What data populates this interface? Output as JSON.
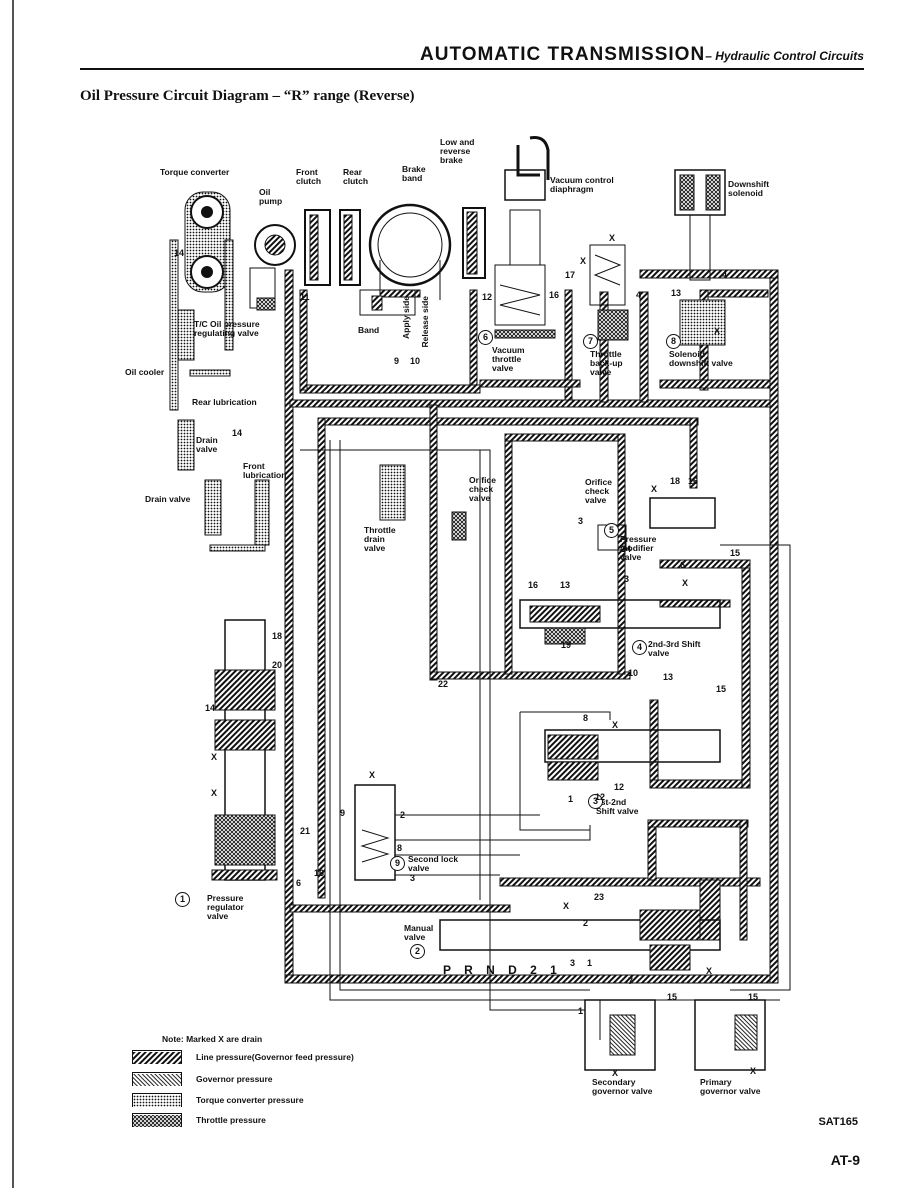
{
  "header": {
    "title": "AUTOMATIC TRANSMISSION",
    "subtitle": "– Hydraulic Control Circuits"
  },
  "section_title": "Oil Pressure Circuit Diagram – “R” range (Reverse)",
  "labels": {
    "torque_converter": "Torque converter",
    "front_clutch": "Front\nclutch",
    "rear_clutch": "Rear\nclutch",
    "oil_pump": "Oil\npump",
    "brake_band": "Brake\nband",
    "low_reverse_brake": "Low and\nreverse\nbrake",
    "vacuum_control_diaphragm": "Vacuum control\ndiaphragm",
    "downshift_solenoid": "Downshift\nsolenoid",
    "tc_valve": "T/C Oil pressure\nregulating valve",
    "oil_cooler": "Oil cooler",
    "rear_lubrication": "Rear lubrication",
    "drain_valve_1": "Drain\nvalve",
    "front_lubrication": "Front\nlubrication",
    "drain_valve_2": "Drain valve",
    "band": "Band",
    "apply_side": "Apply side",
    "release_side": "Release side",
    "vacuum_throttle_valve": "Vacuum\nthrottle\nvalve",
    "throttle_backup_valve": "Throttle\nback-up\nvalve",
    "solenoid_downshift_valve": "Solenoid\ndownshift valve",
    "orifice_check_valve_1": "Orifice\ncheck\nvalve",
    "orifice_check_valve_2": "Orifice\ncheck\nvalve",
    "throttle_drain_valve": "Throttle\ndrain\nvalve",
    "pressure_modifier_valve": "Pressure\nmodifier\nvalve",
    "shift_2_3_valve": "2nd-3rd Shift\nvalve",
    "shift_1_2_valve": "1st-2nd\nShift valve",
    "second_lock_valve": "Second lock\nvalve",
    "pressure_regulator_valve": "Pressure\nregulator\nvalve",
    "manual_valve": "Manual\nvalve",
    "secondary_governor_valve": "Secondary\ngovernor valve",
    "primary_governor_valve": "Primary\ngovernor valve",
    "prnd": "P R N D 2 1"
  },
  "valve_numbers": [
    "1",
    "2",
    "3",
    "4",
    "5",
    "6",
    "7",
    "8",
    "9"
  ],
  "line_numbers": {
    "n14a": "14",
    "n11": "11",
    "n12": "12",
    "n9": "9",
    "n10": "10",
    "n17": "17",
    "n16a": "16",
    "n4a": "4",
    "n13a": "13",
    "n4b": "4",
    "n18a": "18",
    "n16b": "16",
    "n14b": "14",
    "n3a": "3",
    "n24": "24",
    "n6a": "6",
    "n15a": "15",
    "n16c": "16",
    "n13b": "13",
    "n3b": "3",
    "n19": "19",
    "n10b": "10",
    "n13c": "13",
    "n15b": "15",
    "n22": "22",
    "n18b": "18",
    "n20": "20",
    "n14c": "14",
    "n8a": "8",
    "n12b": "12",
    "n1a": "1",
    "n9b": "9",
    "n2a": "2",
    "n21": "21",
    "n16d": "16",
    "n6b": "6",
    "n8b": "8",
    "n3c": "3",
    "n23": "23",
    "n2b": "2",
    "n3d": "3",
    "n1b": "1",
    "n7": "7",
    "n15c": "15",
    "n15d": "15",
    "n1c": "1",
    "n12c": "12"
  },
  "legend": {
    "note": "Note: Marked X are drain",
    "items": [
      {
        "label": "Line pressure(Governor feed pressure)",
        "pattern": "dense-hatch"
      },
      {
        "label": "Governor pressure",
        "pattern": "fine-hatch"
      },
      {
        "label": "Torque converter pressure",
        "pattern": "dots"
      },
      {
        "label": "Throttle pressure",
        "pattern": "cross-hatch"
      }
    ]
  },
  "figure_code": "SAT165",
  "page_number": "AT-9",
  "drain_mark": "X"
}
